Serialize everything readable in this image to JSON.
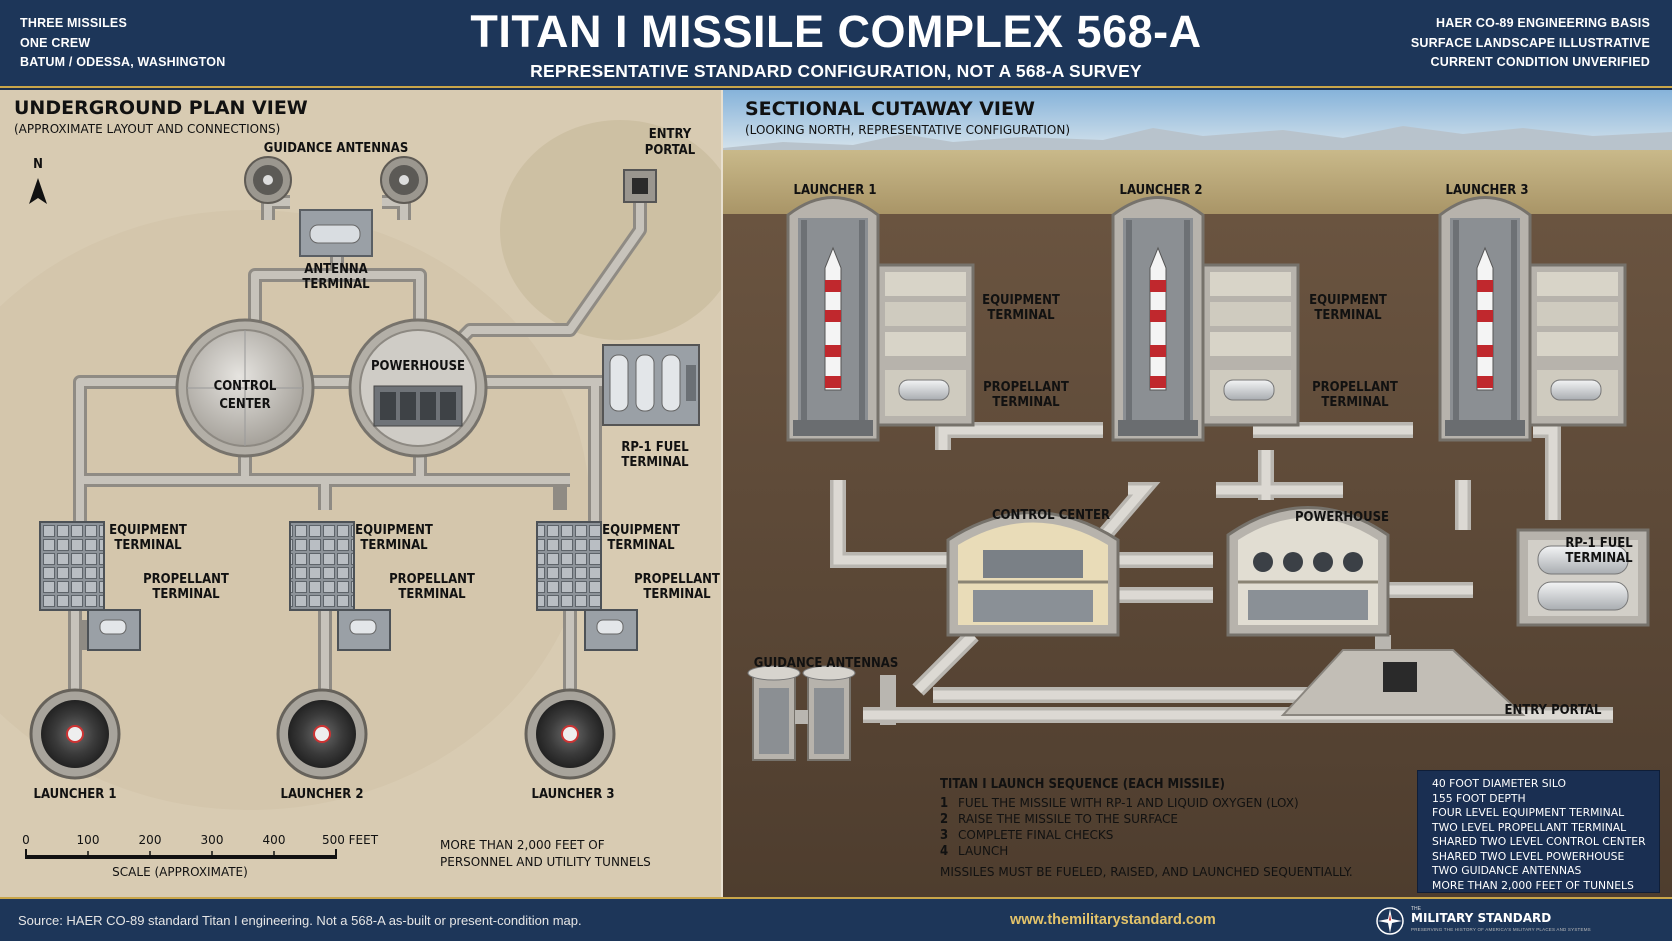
{
  "header": {
    "left": [
      "THREE MISSILES",
      "ONE CREW",
      "BATUM / ODESSA, WASHINGTON"
    ],
    "title": "TITAN I MISSILE COMPLEX 568-A",
    "subtitle": "REPRESENTATIVE STANDARD CONFIGURATION, NOT A 568-A SURVEY",
    "right": [
      "HAER CO-89 ENGINEERING BASIS",
      "SURFACE LANDSCAPE ILLUSTRATIVE",
      "CURRENT CONDITION UNVERIFIED"
    ]
  },
  "plan": {
    "title": "UNDERGROUND PLAN VIEW",
    "subtitle": "(APPROXIMATE LAYOUT AND CONNECTIONS)",
    "north": "N",
    "guidance_antennas": "GUIDANCE ANTENNAS",
    "antenna_terminal": [
      "ANTENNA",
      "TERMINAL"
    ],
    "entry_portal": [
      "ENTRY",
      "PORTAL"
    ],
    "control_center": [
      "CONTROL",
      "CENTER"
    ],
    "powerhouse": "POWERHOUSE",
    "rp1": [
      "RP-1 FUEL",
      "TERMINAL"
    ],
    "equipment": [
      "EQUIPMENT",
      "TERMINAL"
    ],
    "propellant": [
      "PROPELLANT",
      "TERMINAL"
    ],
    "launchers": [
      "LAUNCHER 1",
      "LAUNCHER 2",
      "LAUNCHER 3"
    ],
    "scale_ticks": [
      "0",
      "100",
      "200",
      "300",
      "400",
      "500 FEET"
    ],
    "scale_label": "SCALE (APPROXIMATE)",
    "tunnels_note": [
      "MORE THAN 2,000 FEET OF",
      "PERSONNEL AND UTILITY TUNNELS"
    ]
  },
  "section": {
    "title": "SECTIONAL CUTAWAY VIEW",
    "subtitle": "(LOOKING NORTH, REPRESENTATIVE CONFIGURATION)",
    "launchers": [
      "LAUNCHER 1",
      "LAUNCHER 2",
      "LAUNCHER 3"
    ],
    "equipment": [
      "EQUIPMENT",
      "TERMINAL"
    ],
    "propellant": [
      "PROPELLANT",
      "TERMINAL"
    ],
    "control_center": "CONTROL CENTER",
    "powerhouse": "POWERHOUSE",
    "rp1": [
      "RP-1 FUEL",
      "TERMINAL"
    ],
    "guidance_antennas": "GUIDANCE ANTENNAS",
    "entry_portal": "ENTRY PORTAL",
    "sequence_title": "TITAN I LAUNCH SEQUENCE (EACH MISSILE)",
    "sequence": [
      {
        "n": "1",
        "text": "FUEL THE MISSILE WITH RP-1 AND LIQUID OXYGEN (LOX)"
      },
      {
        "n": "2",
        "text": "RAISE THE MISSILE TO THE SURFACE"
      },
      {
        "n": "3",
        "text": "COMPLETE FINAL CHECKS"
      },
      {
        "n": "4",
        "text": "LAUNCH"
      }
    ],
    "sequence_note": "MISSILES MUST BE FUELED, RAISED, AND LAUNCHED SEQUENTIALLY."
  },
  "specs": [
    "40 FOOT DIAMETER SILO",
    "155 FOOT DEPTH",
    "FOUR LEVEL EQUIPMENT TERMINAL",
    "TWO LEVEL PROPELLANT TERMINAL",
    "SHARED TWO LEVEL CONTROL CENTER",
    "SHARED TWO LEVEL POWERHOUSE",
    "TWO GUIDANCE ANTENNAS",
    "MORE THAN 2,000 FEET OF TUNNELS"
  ],
  "footer": {
    "source": "Source: HAER CO-89 standard Titan I engineering. Not a 568-A as-built or present-condition map.",
    "url": "www.themilitarystandard.com",
    "logo_top": "THE",
    "logo_main": "MILITARY STANDARD",
    "logo_tag": "PRESERVING THE HISTORY OF AMERICA'S MILITARY PLACES AND SYSTEMS"
  },
  "colors": {
    "header_bg": "#1d3659",
    "accent_gold": "#c9a64a",
    "plan_ground": "#d8cbb2",
    "concrete": "#c9c6c0",
    "soil": "#5a4634",
    "sky": "#9fc3e0",
    "missile_red": "#c0282d"
  }
}
